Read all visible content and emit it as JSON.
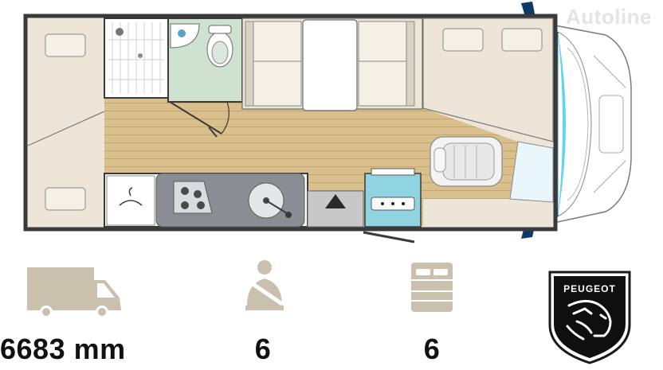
{
  "watermark": "Autoline",
  "specs": {
    "length": {
      "value": "6683 mm",
      "icon": "van-icon"
    },
    "seats": {
      "value": "6",
      "icon": "seatbelt-icon"
    },
    "berths": {
      "value": "6",
      "icon": "bed-icon"
    }
  },
  "brand": {
    "name": "PEUGEOT",
    "icon": "peugeot-lion-logo"
  },
  "colors": {
    "wall": "#3a3a3a",
    "floor": "#d9bf8c",
    "upholstery": "#ede6d8",
    "bathroom": "#cfe1cf",
    "window": "#1aa7d6",
    "spec_icon": "#c9c1ae"
  }
}
